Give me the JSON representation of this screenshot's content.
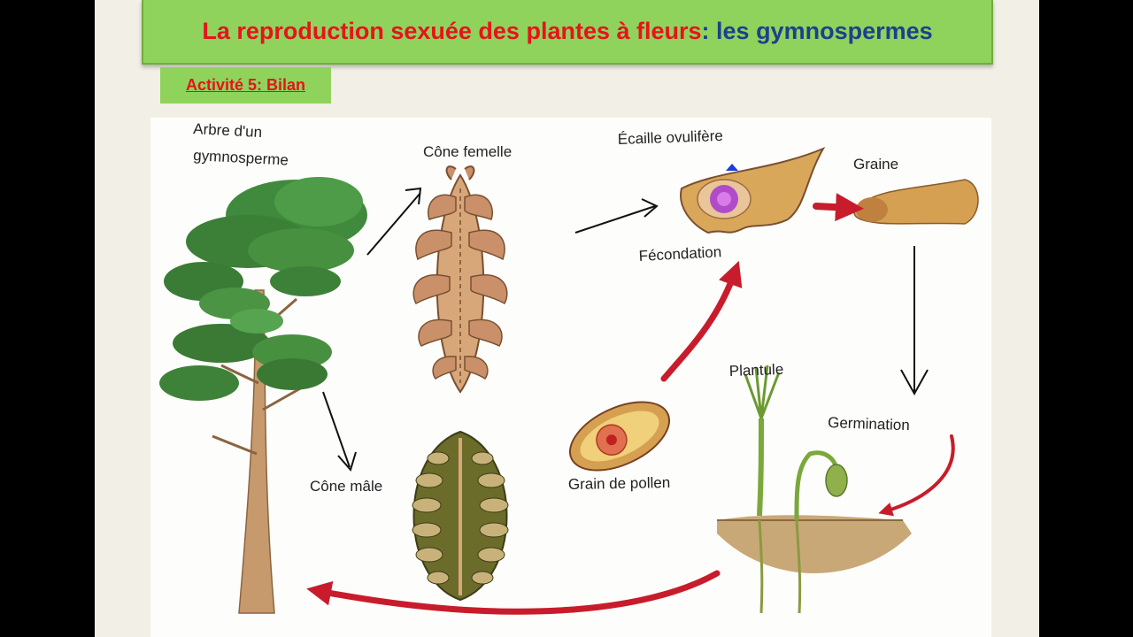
{
  "title": {
    "part_red": "La reproduction sexuée des plantes à fleurs",
    "colon": ":",
    "part_blue": " les gymnospermes"
  },
  "activity": {
    "label": "Activité 5: Bilan"
  },
  "diagram": {
    "labels": {
      "tree_line1": "Arbre d'un",
      "tree_line2": "gymnosperme",
      "female_cone": "Cône femelle",
      "ovuliferous_scale": "Écaille ovulifère",
      "seed": "Graine",
      "fertilization": "Fécondation",
      "seedling": "Plantule",
      "germination": "Germination",
      "pollen_grain": "Grain de pollen",
      "male_cone": "Cône mâle"
    }
  },
  "colors": {
    "title_bg": "#8fd35c",
    "title_red": "#e8121c",
    "title_blue": "#1f3f8c",
    "cycle_arrow": "#c81c2c",
    "cone_fill": "#c9906a",
    "seed_fill": "#d6a052"
  }
}
